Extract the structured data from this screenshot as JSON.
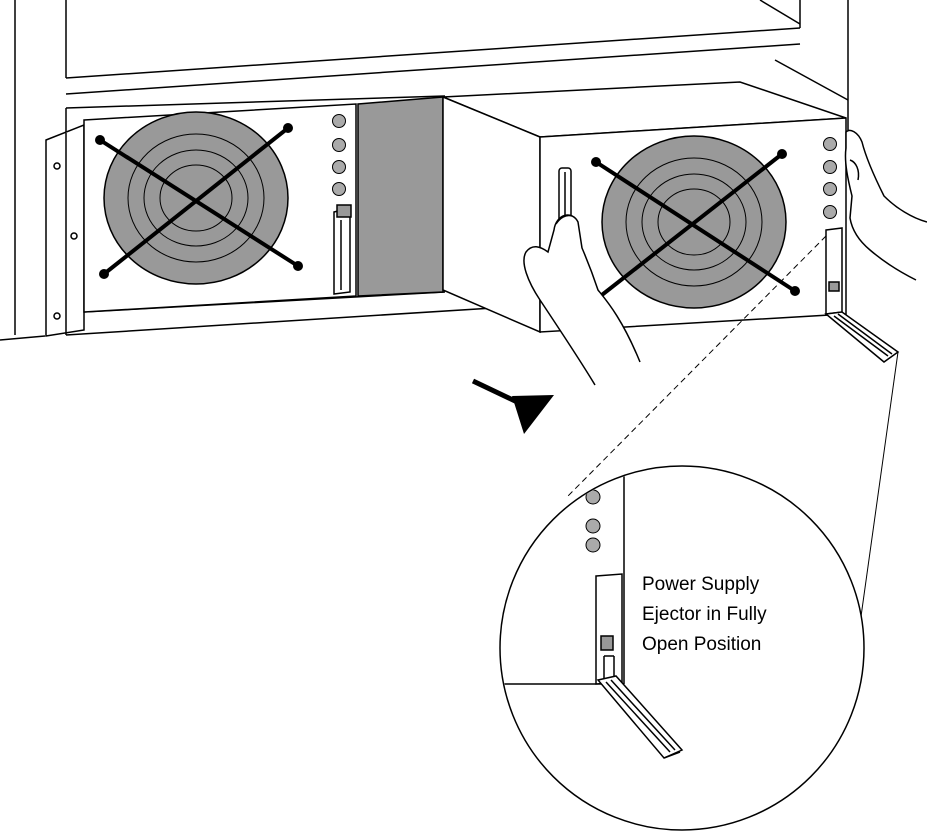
{
  "callout": {
    "lines": [
      "Power Supply",
      "Ejector in Fully",
      "Open Position"
    ]
  },
  "colors": {
    "line": "#000000",
    "fan_fill": "#999999",
    "panel_fill": "#ffffff",
    "slot_fill": "#999999",
    "led_fill": "#aaaaaa",
    "ejector_latch": "#999999"
  }
}
